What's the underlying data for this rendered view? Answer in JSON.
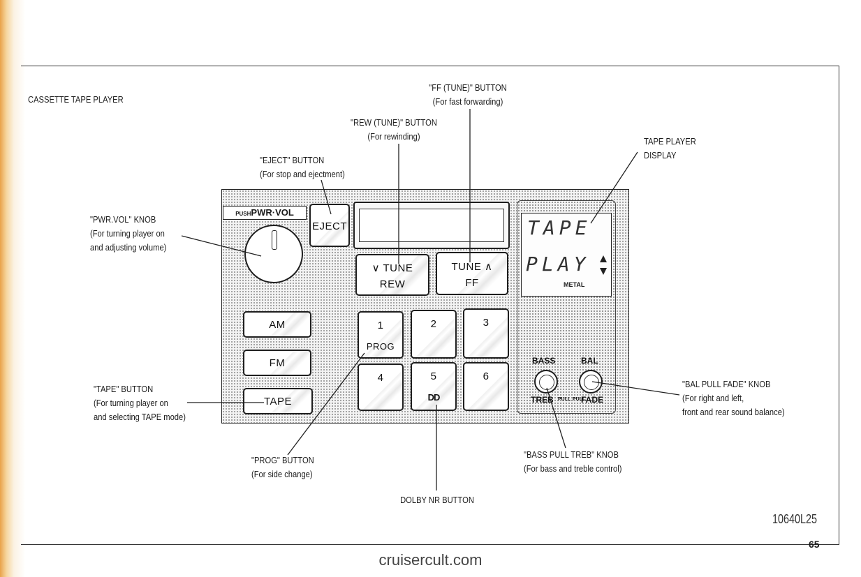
{
  "page": {
    "title": "CASSETTE TAPE PLAYER",
    "page_number": "65",
    "figure_code": "10640L25",
    "watermark": "cruisercult.com"
  },
  "callouts": {
    "ff": {
      "title": "\"FF (TUNE)\" BUTTON",
      "desc": "(For fast forwarding)"
    },
    "rew": {
      "title": "\"REW (TUNE)\" BUTTON",
      "desc": "(For rewinding)"
    },
    "eject": {
      "title": "\"EJECT\" BUTTON",
      "desc": "(For stop and ejectment)"
    },
    "display": {
      "line1": "TAPE PLAYER",
      "line2": "DISPLAY"
    },
    "pwrvol": {
      "title": "\"PWR.VOL\" KNOB",
      "line1": "(For turning player on",
      "line2": "and adjusting volume)"
    },
    "tape": {
      "title": "\"TAPE\" BUTTON",
      "line1": "(For turning player on",
      "line2": "and selecting TAPE mode)"
    },
    "bal": {
      "title": "\"BAL PULL FADE\" KNOB",
      "line1": "(For right and left,",
      "line2": "front and rear sound balance)"
    },
    "prog": {
      "title": "\"PROG\" BUTTON",
      "desc": "(For side change)"
    },
    "bass": {
      "title": "\"BASS PULL TREB\" KNOB",
      "desc": "(For bass and treble control)"
    },
    "dolby": {
      "title": "DOLBY NR BUTTON"
    }
  },
  "radio": {
    "pwr_push": "PUSH",
    "pwr_label": "PWR·VOL",
    "eject": "EJECT",
    "tune_rew_top": "∨ TUNE",
    "tune_rew_bottom": "REW",
    "tune_ff_top": "TUNE ∧",
    "tune_ff_bottom": "FF",
    "am": "AM",
    "fm": "FM",
    "tape": "TAPE",
    "presets": [
      "1",
      "2",
      "3",
      "4",
      "5",
      "6"
    ],
    "prog": "PROG",
    "dolby_symbol": "DD",
    "display_line1": "TAPE",
    "display_line2": "PLAY",
    "metal": "METAL",
    "bass": "BASS",
    "treb": "TREB",
    "pull1": "PULL",
    "bal": "BAL",
    "pull2": "PULL",
    "fade": "FADE"
  }
}
